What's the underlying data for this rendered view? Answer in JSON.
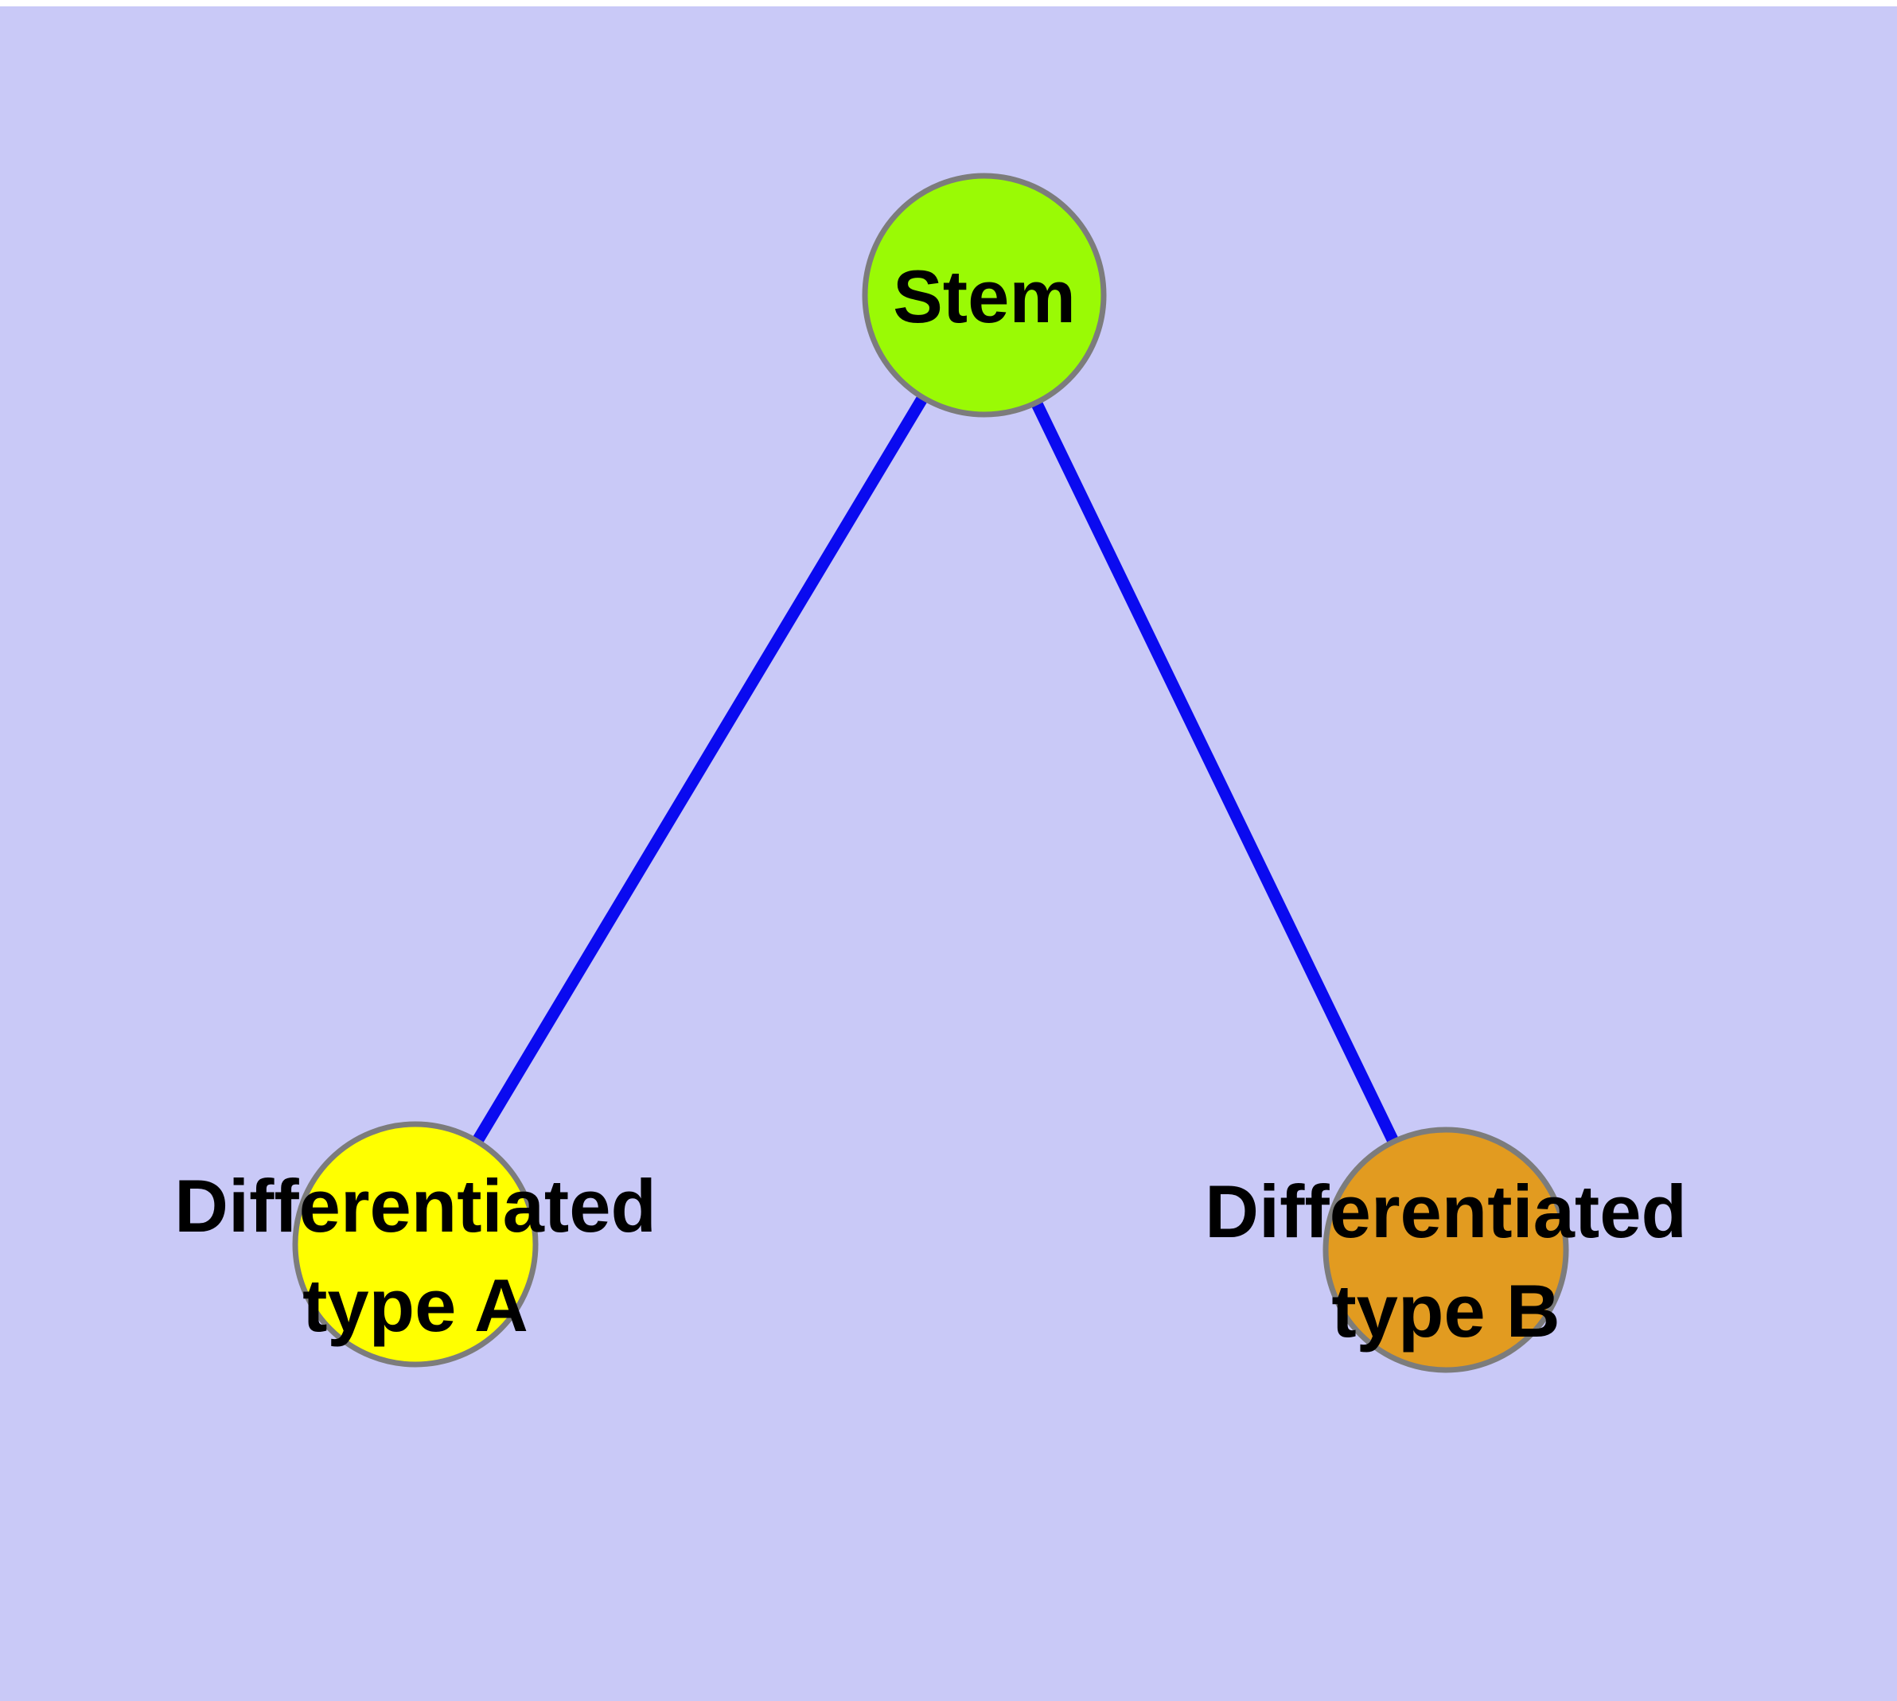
{
  "background": {
    "page_color": "#FFFFFF",
    "canvas_color": "#C9C9F7"
  },
  "graph": {
    "type": "node-link-tree",
    "edge_color": "#0A0AF0",
    "node_border_color": "#7C7C7C",
    "label_color": "#000000",
    "nodes": [
      {
        "id": "stem",
        "label": "Stem",
        "fill": "#9AFA05"
      },
      {
        "id": "differentiated-type-a",
        "label": "Differentiated type A",
        "label_line1": "Differentiated",
        "label_line2": "type A",
        "fill": "#FFFF00"
      },
      {
        "id": "differentiated-type-b",
        "label": "Differentiated type B",
        "label_line1": "Differentiated",
        "label_line2": "type B",
        "fill": "#E29B20"
      }
    ],
    "edges": [
      {
        "from": "Stem",
        "to": "Differentiated type A"
      },
      {
        "from": "Stem",
        "to": "Differentiated type B"
      }
    ]
  }
}
